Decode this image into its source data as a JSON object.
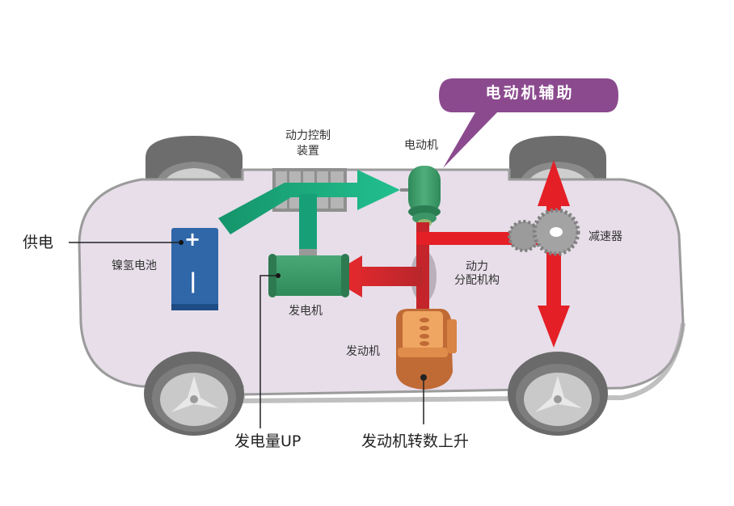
{
  "title": "电动机辅助",
  "colors": {
    "callout": "#8b4a8e",
    "body_fill": "#e6dde9",
    "body_stroke": "#9a9a9a",
    "electric_flow": "#1aa77a",
    "mechanical_flow": "#e41f26",
    "battery": "#2f67a8",
    "motor": "#3f9a6a",
    "engine": "#c86f3a",
    "gear": "#9b9b9b",
    "tire": "#6e6e6e"
  },
  "labels": {
    "supply_power": "供电",
    "battery": "镍氢电池",
    "battery_plus": "+",
    "battery_minus": "−",
    "power_control_line1": "动力控制",
    "power_control_line2": "装置",
    "motor": "电动机",
    "reducer": "减速器",
    "power_split_line1": "动力",
    "power_split_line2": "分配机构",
    "generator": "发电机",
    "engine": "发动机",
    "generation_up": "发电量UP",
    "engine_rpm_up": "发动机转数上升"
  }
}
